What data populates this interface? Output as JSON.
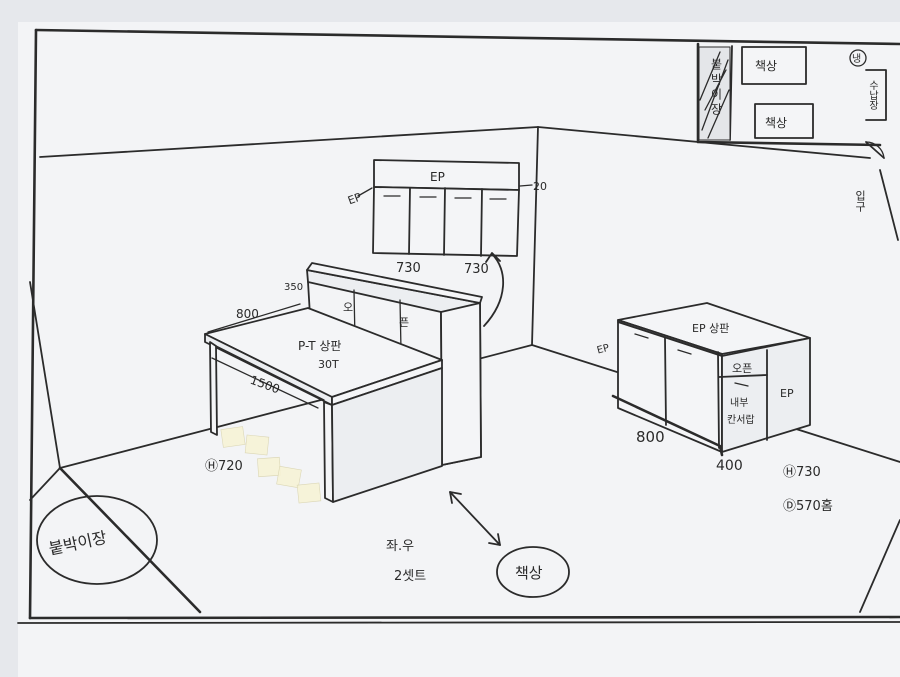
{
  "inset_plan": {
    "vertical_label": "붙박이장",
    "desk_top_label": "책상",
    "desk_bottom_label": "책상",
    "right_top_label": "냉",
    "right_mid_label": "수납장",
    "entrance_label": "입구"
  },
  "wall_cabinet": {
    "label": "EP",
    "left_ep": "EP",
    "right_mark": "20",
    "width_left": "730",
    "width_right": "730"
  },
  "desk": {
    "depth_label": "800",
    "height_label": "350",
    "top_label": "P-T 상판",
    "thickness_label": "30T",
    "length_label": "1500",
    "height_mark": "Ⓗ720",
    "shelf_label_1": "오",
    "shelf_label_2": "픈"
  },
  "low_cabinet": {
    "top_label": "EP 상판",
    "left_ep": "EP",
    "right_ep": "EP",
    "drawer_label": "오픈",
    "inner_label_1": "내부",
    "inner_label_2": "칸서랍",
    "width_label": "800",
    "depth_label": "400",
    "height_mark": "Ⓗ730",
    "depth_mark": "Ⓓ570홈"
  },
  "annotations": {
    "builtin_label": "붙박이장",
    "swap_line_1": "좌.우",
    "swap_line_2": "2셋트",
    "desk_label": "책상"
  }
}
